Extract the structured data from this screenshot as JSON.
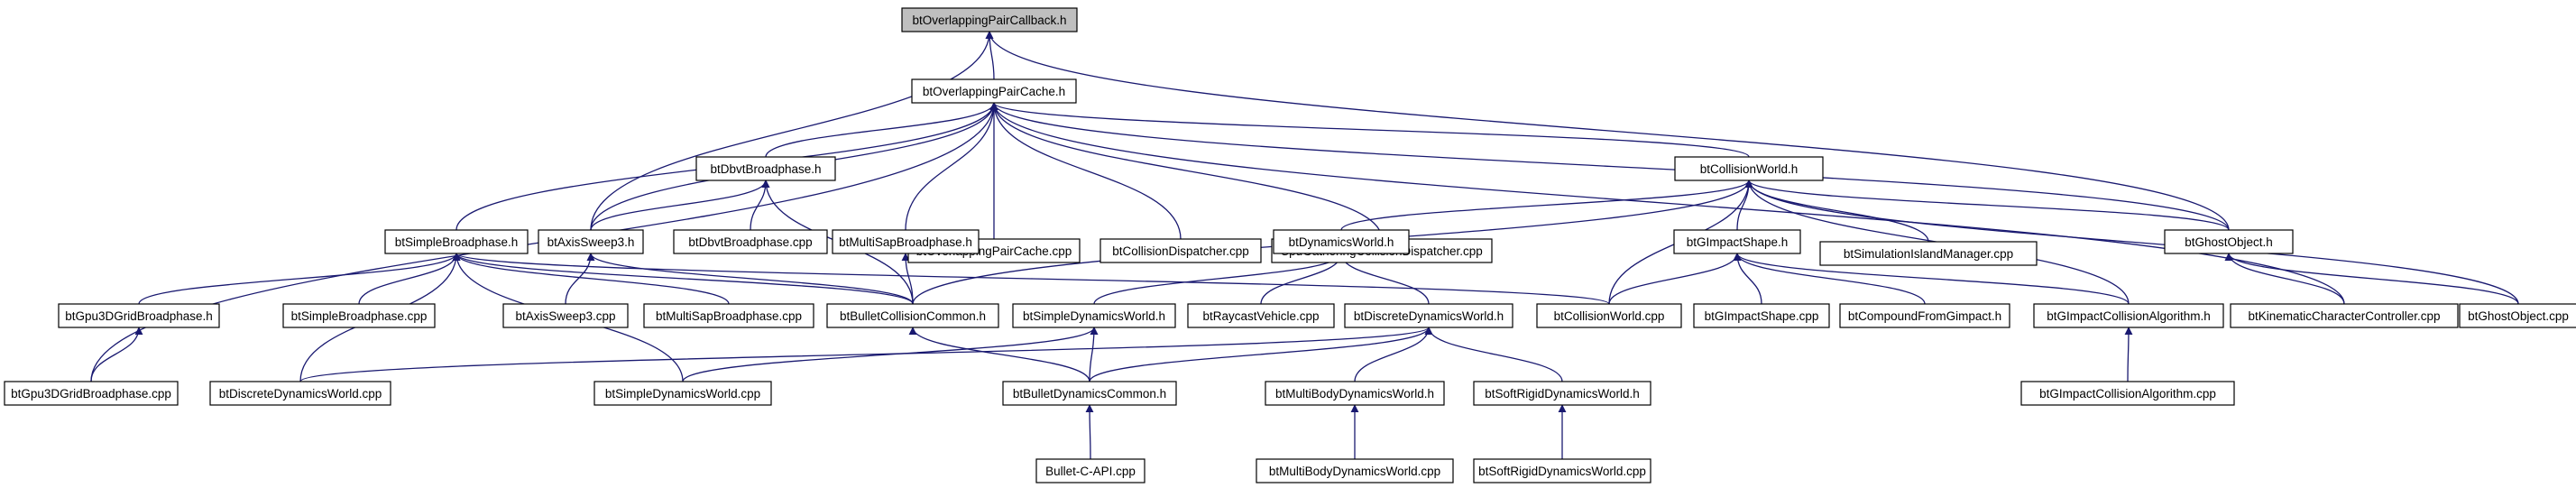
{
  "title": "btOverlappingPairCallback.h",
  "edge_color": "#191970",
  "root_fill": "#bfbfbf",
  "nodes": {
    "btOverlappingPairCallback_h": "btOverlappingPairCallback.h",
    "btOverlappingPairCache_h": "btOverlappingPairCache.h",
    "btDbvtBroadphase_h": "btDbvtBroadphase.h",
    "btOverlappingPairCache_cpp": "btOverlappingPairCache.cpp",
    "btCollisionDispatcher_cpp": "btCollisionDispatcher.cpp",
    "SpuGatheringCollisionDispatcher_cpp": "SpuGatheringCollisionDispatcher.cpp",
    "btCollisionWorld_h": "btCollisionWorld.h",
    "btSimpleBroadphase_h": "btSimpleBroadphase.h",
    "btAxisSweep3_h": "btAxisSweep3.h",
    "btDbvtBroadphase_cpp": "btDbvtBroadphase.cpp",
    "btMultiSapBroadphase_h": "btMultiSapBroadphase.h",
    "btDynamicsWorld_h": "btDynamicsWorld.h",
    "btGImpactShape_h": "btGImpactShape.h",
    "btSimulationIslandManager_cpp": "btSimulationIslandManager.cpp",
    "btGhostObject_h": "btGhostObject.h",
    "btGpu3DGridBroadphase_h": "btGpu3DGridBroadphase.h",
    "btSimpleBroadphase_cpp": "btSimpleBroadphase.cpp",
    "btAxisSweep3_cpp": "btAxisSweep3.cpp",
    "btMultiSapBroadphase_cpp": "btMultiSapBroadphase.cpp",
    "btBulletCollisionCommon_h": "btBulletCollisionCommon.h",
    "btSimpleDynamicsWorld_h": "btSimpleDynamicsWorld.h",
    "btRaycastVehicle_cpp": "btRaycastVehicle.cpp",
    "btDiscreteDynamicsWorld_h": "btDiscreteDynamicsWorld.h",
    "btCollisionWorld_cpp": "btCollisionWorld.cpp",
    "btGImpactShape_cpp": "btGImpactShape.cpp",
    "btCompoundFromGimpact_h": "btCompoundFromGimpact.h",
    "btGImpactCollisionAlgorithm_h": "btGImpactCollisionAlgorithm.h",
    "btKinematicCharacterController_cpp": "btKinematicCharacterController.cpp",
    "btGhostObject_cpp": "btGhostObject.cpp",
    "btGpu3DGridBroadphase_cpp": "btGpu3DGridBroadphase.cpp",
    "btDiscreteDynamicsWorld_cpp": "btDiscreteDynamicsWorld.cpp",
    "btSimpleDynamicsWorld_cpp": "btSimpleDynamicsWorld.cpp",
    "btBulletDynamicsCommon_h": "btBulletDynamicsCommon.h",
    "btMultiBodyDynamicsWorld_h": "btMultiBodyDynamicsWorld.h",
    "btSoftRigidDynamicsWorld_h": "btSoftRigidDynamicsWorld.h",
    "btGImpactCollisionAlgorithm_cpp": "btGImpactCollisionAlgorithm.cpp",
    "Bullet_C_API_cpp": "Bullet-C-API.cpp",
    "btMultiBodyDynamicsWorld_cpp": "btMultiBodyDynamicsWorld.cpp",
    "btSoftRigidDynamicsWorld_cpp": "btSoftRigidDynamicsWorld.cpp"
  },
  "edges": [
    [
      "btOverlappingPairCache_h",
      "btOverlappingPairCallback_h"
    ],
    [
      "btAxisSweep3_h",
      "btOverlappingPairCallback_h"
    ],
    [
      "btGhostObject_h",
      "btOverlappingPairCallback_h"
    ],
    [
      "btDbvtBroadphase_h",
      "btOverlappingPairCache_h"
    ],
    [
      "btOverlappingPairCache_cpp",
      "btOverlappingPairCache_h"
    ],
    [
      "btCollisionDispatcher_cpp",
      "btOverlappingPairCache_h"
    ],
    [
      "SpuGatheringCollisionDispatcher_cpp",
      "btOverlappingPairCache_h"
    ],
    [
      "btCollisionWorld_h",
      "btOverlappingPairCache_h"
    ],
    [
      "btSimpleBroadphase_h",
      "btOverlappingPairCache_h"
    ],
    [
      "btAxisSweep3_h",
      "btOverlappingPairCache_h"
    ],
    [
      "btMultiSapBroadphase_h",
      "btOverlappingPairCache_h"
    ],
    [
      "btGhostObject_h",
      "btOverlappingPairCache_h"
    ],
    [
      "btGpu3DGridBroadphase_cpp",
      "btOverlappingPairCache_h"
    ],
    [
      "btKinematicCharacterController_cpp",
      "btOverlappingPairCache_h"
    ],
    [
      "btAxisSweep3_h",
      "btDbvtBroadphase_h"
    ],
    [
      "btDbvtBroadphase_cpp",
      "btDbvtBroadphase_h"
    ],
    [
      "btBulletCollisionCommon_h",
      "btDbvtBroadphase_h"
    ],
    [
      "btBulletCollisionCommon_h",
      "btMultiSapBroadphase_h"
    ],
    [
      "btDynamicsWorld_h",
      "btCollisionWorld_h"
    ],
    [
      "btGImpactShape_h",
      "btCollisionWorld_h"
    ],
    [
      "btSimulationIslandManager_cpp",
      "btCollisionWorld_h"
    ],
    [
      "btGhostObject_h",
      "btCollisionWorld_h"
    ],
    [
      "btBulletCollisionCommon_h",
      "btCollisionWorld_h"
    ],
    [
      "btCollisionWorld_cpp",
      "btCollisionWorld_h"
    ],
    [
      "btGImpactCollisionAlgorithm_h",
      "btCollisionWorld_h"
    ],
    [
      "btGhostObject_cpp",
      "btCollisionWorld_h"
    ],
    [
      "btGpu3DGridBroadphase_h",
      "btSimpleBroadphase_h"
    ],
    [
      "btSimpleBroadphase_cpp",
      "btSimpleBroadphase_h"
    ],
    [
      "btMultiSapBroadphase_cpp",
      "btSimpleBroadphase_h"
    ],
    [
      "btDiscreteDynamicsWorld_cpp",
      "btSimpleBroadphase_h"
    ],
    [
      "btSimpleDynamicsWorld_cpp",
      "btSimpleBroadphase_h"
    ],
    [
      "btBulletCollisionCommon_h",
      "btSimpleBroadphase_h"
    ],
    [
      "btCollisionWorld_cpp",
      "btSimpleBroadphase_h"
    ],
    [
      "btAxisSweep3_cpp",
      "btAxisSweep3_h"
    ],
    [
      "btBulletCollisionCommon_h",
      "btAxisSweep3_h"
    ],
    [
      "btGpu3DGridBroadphase_cpp",
      "btGpu3DGridBroadphase_h"
    ],
    [
      "btSimpleDynamicsWorld_h",
      "btDynamicsWorld_h"
    ],
    [
      "btRaycastVehicle_cpp",
      "btDynamicsWorld_h"
    ],
    [
      "btDiscreteDynamicsWorld_h",
      "btDynamicsWorld_h"
    ],
    [
      "btCollisionWorld_cpp",
      "btGImpactShape_h"
    ],
    [
      "btGImpactShape_cpp",
      "btGImpactShape_h"
    ],
    [
      "btCompoundFromGimpact_h",
      "btGImpactShape_h"
    ],
    [
      "btGImpactCollisionAlgorithm_h",
      "btGImpactShape_h"
    ],
    [
      "btKinematicCharacterController_cpp",
      "btGhostObject_h"
    ],
    [
      "btGhostObject_cpp",
      "btGhostObject_h"
    ],
    [
      "btSimpleDynamicsWorld_cpp",
      "btSimpleDynamicsWorld_h"
    ],
    [
      "btBulletDynamicsCommon_h",
      "btSimpleDynamicsWorld_h"
    ],
    [
      "btDiscreteDynamicsWorld_cpp",
      "btDiscreteDynamicsWorld_h"
    ],
    [
      "btBulletDynamicsCommon_h",
      "btDiscreteDynamicsWorld_h"
    ],
    [
      "btMultiBodyDynamicsWorld_h",
      "btDiscreteDynamicsWorld_h"
    ],
    [
      "btSoftRigidDynamicsWorld_h",
      "btDiscreteDynamicsWorld_h"
    ],
    [
      "btBulletDynamicsCommon_h",
      "btBulletCollisionCommon_h"
    ],
    [
      "btGImpactCollisionAlgorithm_cpp",
      "btGImpactCollisionAlgorithm_h"
    ],
    [
      "Bullet_C_API_cpp",
      "btBulletDynamicsCommon_h"
    ],
    [
      "btMultiBodyDynamicsWorld_cpp",
      "btMultiBodyDynamicsWorld_h"
    ],
    [
      "btSoftRigidDynamicsWorld_cpp",
      "btSoftRigidDynamicsWorld_h"
    ]
  ]
}
